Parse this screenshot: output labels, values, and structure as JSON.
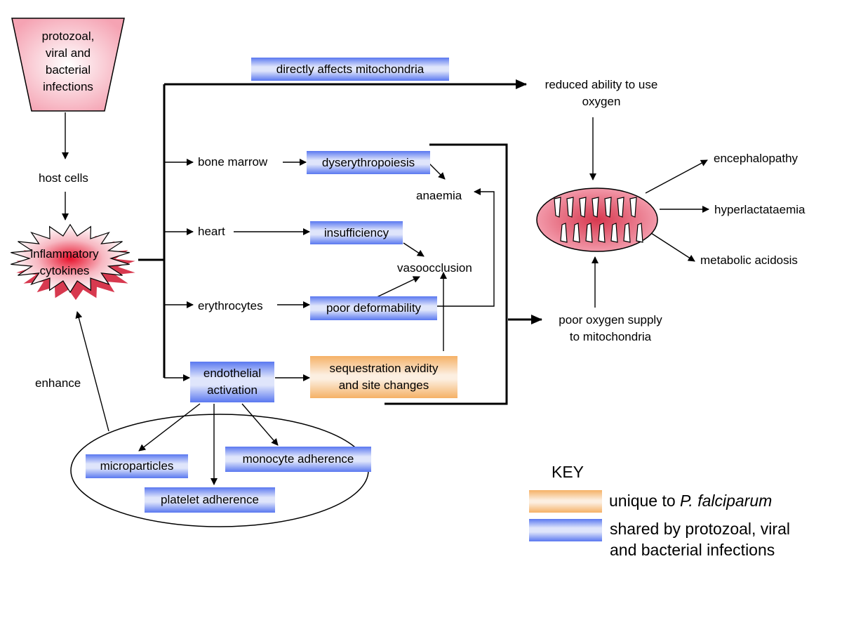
{
  "nodes": {
    "infections": "protozoal,\nviral and\nbacterial\ninfections",
    "host_cells": "host cells",
    "cytokines": "inflammatory\ncytokines",
    "enhance": "enhance",
    "mito_direct": "directly affects mitochondria",
    "reduced_oxygen": "reduced ability to use\noxygen",
    "bone_marrow": "bone marrow",
    "dyserythropoiesis": "dyserythropoiesis",
    "anaemia": "anaemia",
    "heart": "heart",
    "insufficiency": "insufficiency",
    "vasoocclusion": "vasoocclusion",
    "erythrocytes": "erythrocytes",
    "poor_deformability": "poor deformability",
    "endothelial": "endothelial\nactivation",
    "sequestration": "sequestration avidity\nand site changes",
    "poor_oxygen": "poor oxygen supply\nto mitochondria",
    "encephalopathy": "encephalopathy",
    "hyperlactataemia": "hyperlactataemia",
    "metabolic_acidosis": "metabolic acidosis",
    "microparticles": "microparticles",
    "monocyte": "monocyte adherence",
    "platelet": "platelet adherence"
  },
  "key": {
    "title": "KEY",
    "unique_prefix": "unique to ",
    "unique_species": "P. falciparum",
    "shared": "shared by protozoal, viral\nand bacterial infections"
  },
  "colors": {
    "shared_fill": "#5a78f0",
    "unique_fill": "#f5b166",
    "pink": "#f5a3b3",
    "red": "#d7394f"
  },
  "icons": {
    "cytokine_burst": "starburst",
    "mitochondrion": "mitochondrion"
  }
}
